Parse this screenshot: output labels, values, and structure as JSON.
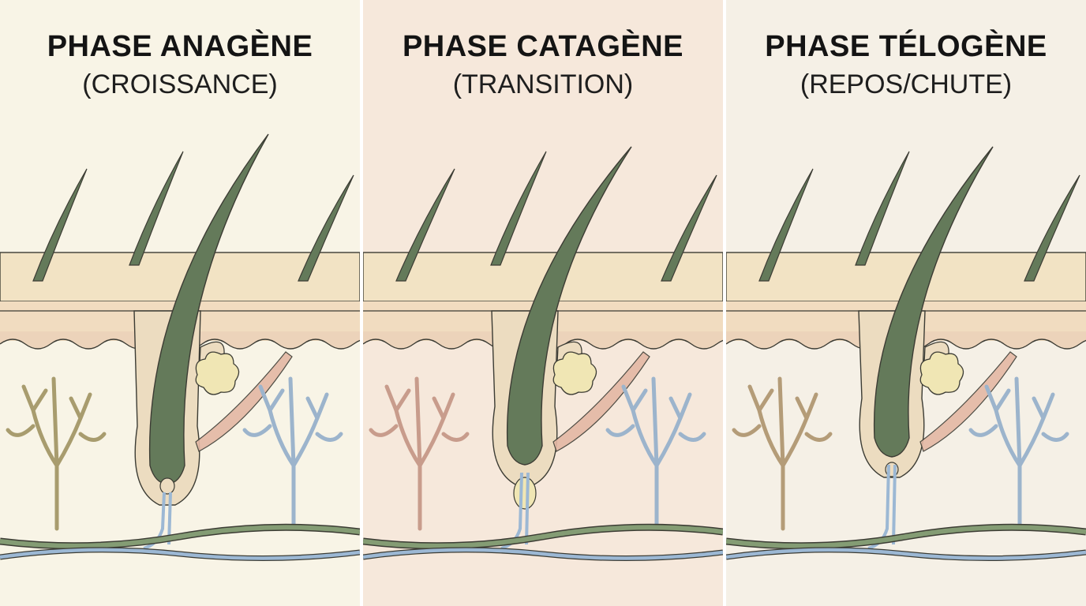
{
  "panels": [
    {
      "title": "PHASE ANAGÈNE",
      "subtitle": "(CROISSANCE)",
      "phase": "anagen"
    },
    {
      "title": "PHASE CATAGÈNE",
      "subtitle": "(TRANSITION)",
      "phase": "catagen"
    },
    {
      "title": "PHASE TÉLOGÈNE",
      "subtitle": "(REPOS/CHUTE)",
      "phase": "telogen"
    }
  ],
  "colors": {
    "panel_bg": [
      "#f8f4e6",
      "#f6e8db",
      "#f5f0e6"
    ],
    "hair": "#647a5a",
    "outline": "#3c3c34",
    "epidermis": "#f2e3c4",
    "dermis_band": "#f1dcc0",
    "papillary": "#ecd3ba",
    "sheath": "#ecdcc0",
    "sebaceous": "#f0e6b4",
    "muscle": "#e4b8a4",
    "nerve_left": [
      "#a89c6e",
      "#c89c8c",
      "#b49c78"
    ],
    "nerve_right": "#9cb4cc",
    "vessel_green": "#849c74",
    "vessel_blue": "#9cb8d4"
  }
}
